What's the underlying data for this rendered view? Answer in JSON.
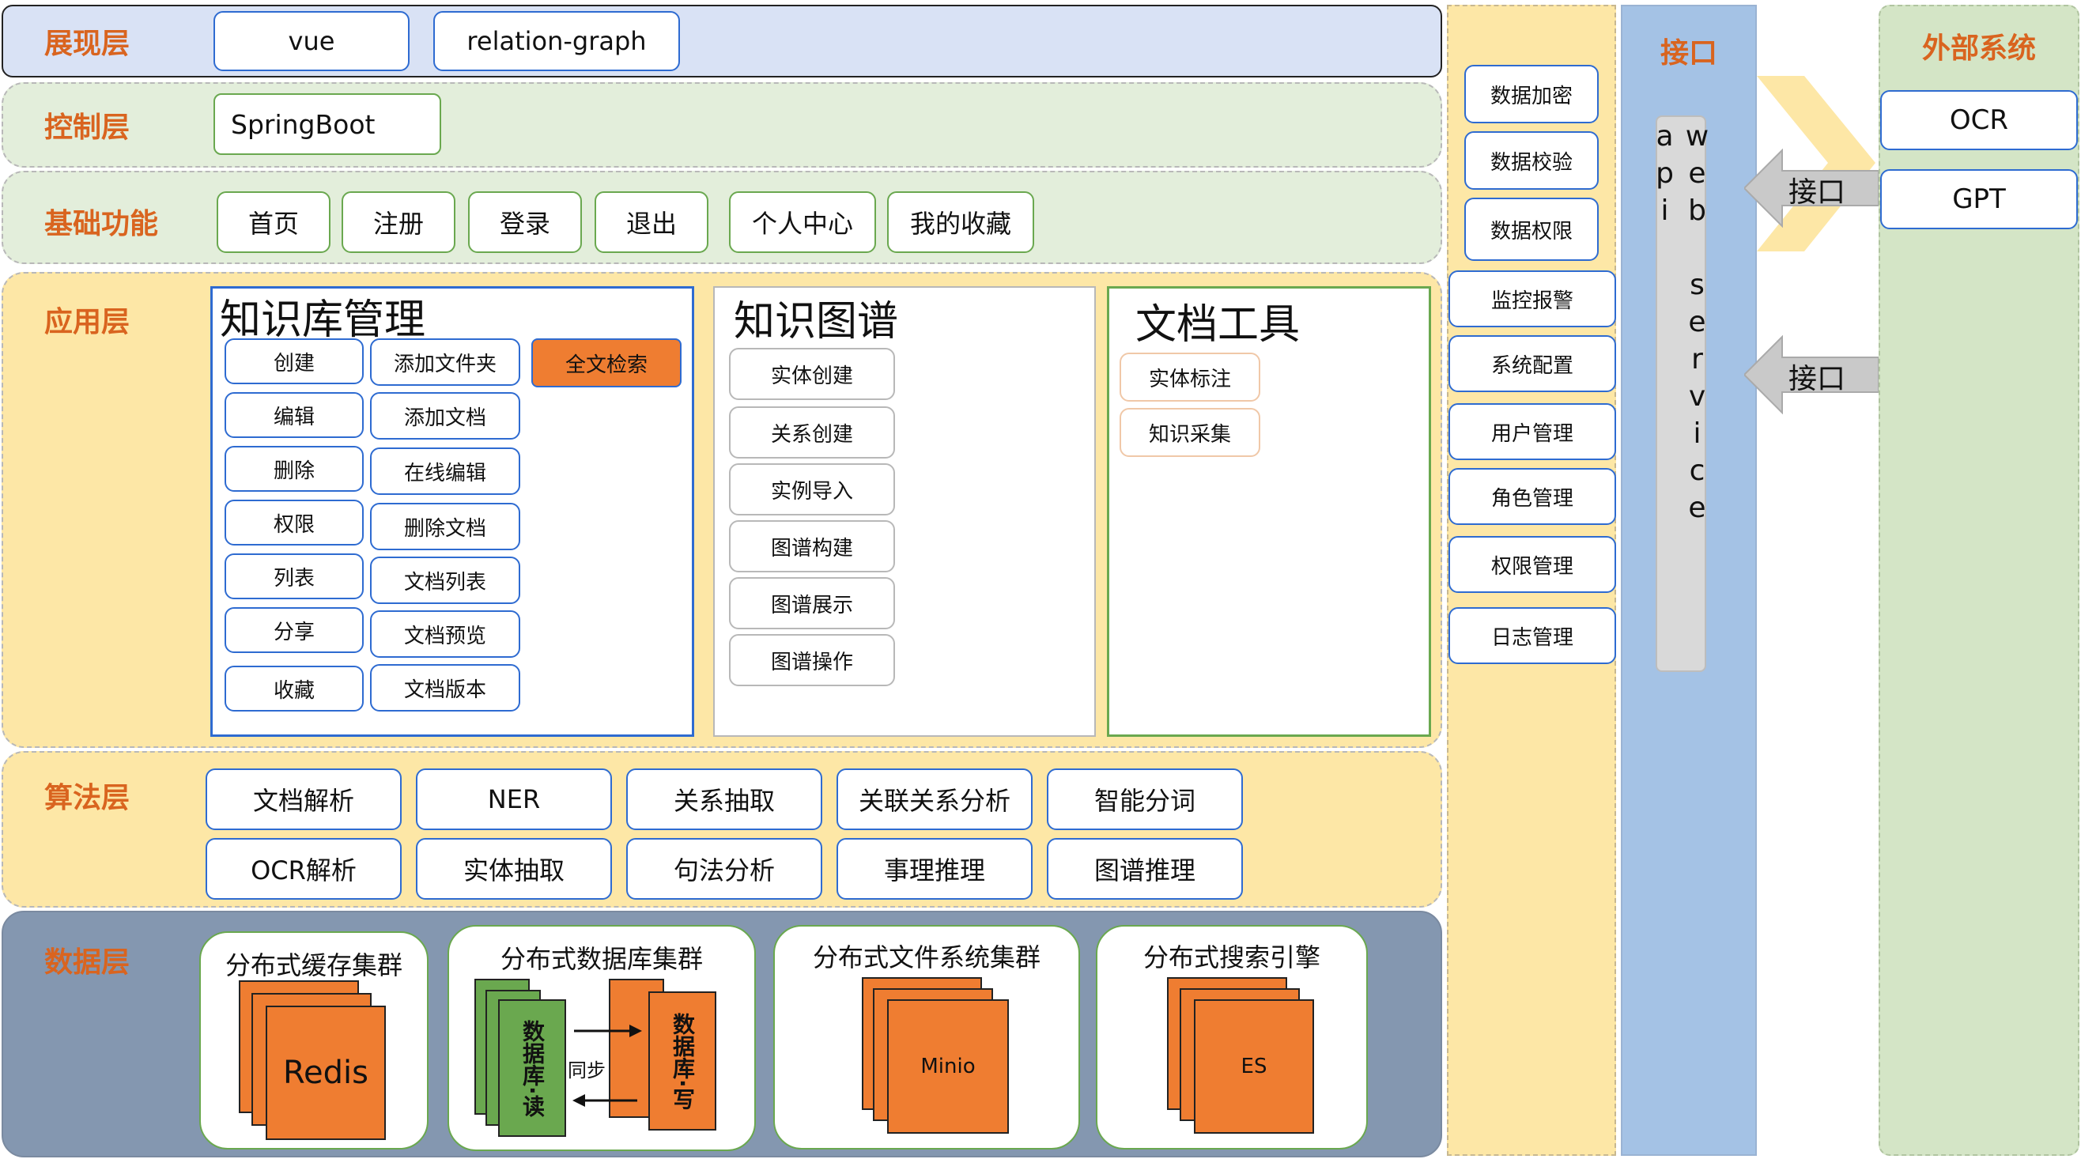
{
  "colors": {
    "presentation_bg": "#d9e2f5",
    "control_bg": "#e3eedb",
    "basic_bg": "#e3eedb",
    "application_bg": "#fde7a6",
    "algorithm_bg": "#fde7a6",
    "data_bg": "#8497b0",
    "title_orange": "#d9641f",
    "box_border_blue": "#2e6bd1",
    "storage_orange": "#ef7d31",
    "storage_green": "#6aa84f",
    "interface_blue": "#a4c2e5",
    "external_green": "#d4e5c6",
    "right_yellow": "#fde7a6"
  },
  "layers": {
    "presentation": {
      "title": "展现层",
      "items": [
        "vue",
        "relation-graph"
      ]
    },
    "control": {
      "title": "控制层",
      "items": [
        "SpringBoot"
      ]
    },
    "basic": {
      "title": "基础功能",
      "items": [
        "首页",
        "注册",
        "登录",
        "退出",
        "个人中心",
        "我的收藏"
      ]
    },
    "application": {
      "title": "应用层",
      "kb": {
        "title": "知识库管理",
        "col1": [
          "创建",
          "编辑",
          "删除",
          "权限",
          "列表",
          "分享",
          "收藏"
        ],
        "col2": [
          "添加文件夹",
          "添加文档",
          "在线编辑",
          "删除文档",
          "文档列表",
          "文档预览",
          "文档版本"
        ],
        "highlight": "全文检索"
      },
      "kg": {
        "title": "知识图谱",
        "items": [
          "实体创建",
          "关系创建",
          "实例导入",
          "图谱构建",
          "图谱展示",
          "图谱操作"
        ]
      },
      "doc": {
        "title": "文档工具",
        "items": [
          "实体标注",
          "知识采集"
        ]
      }
    },
    "algorithm": {
      "title": "算法层",
      "row1": [
        "文档解析",
        "NER",
        "关系抽取",
        "关联关系分析",
        "智能分词"
      ],
      "row2": [
        "OCR解析",
        "实体抽取",
        "句法分析",
        "事理推理",
        "图谱推理"
      ]
    },
    "data": {
      "title": "数据层",
      "cache": {
        "title": "分布式缓存集群",
        "label": "Redis"
      },
      "db": {
        "title": "分布式数据库集群",
        "read": "数据库·读",
        "write": "数据库·写",
        "sync": "同步"
      },
      "fs": {
        "title": "分布式文件系统集群",
        "label": "Minio"
      },
      "search": {
        "title": "分布式搜索引擎",
        "label": "ES"
      }
    }
  },
  "side_functions": [
    "数据加密",
    "数据校验",
    "数据权限",
    "监控报警",
    "系统配置",
    "用户管理",
    "角色管理",
    "权限管理",
    "日志管理"
  ],
  "interface": {
    "title": "接口",
    "vertical_label": "web service api",
    "arrows": [
      "接口",
      "接口"
    ]
  },
  "external": {
    "title": "外部系统",
    "items": [
      "OCR",
      "GPT"
    ]
  }
}
